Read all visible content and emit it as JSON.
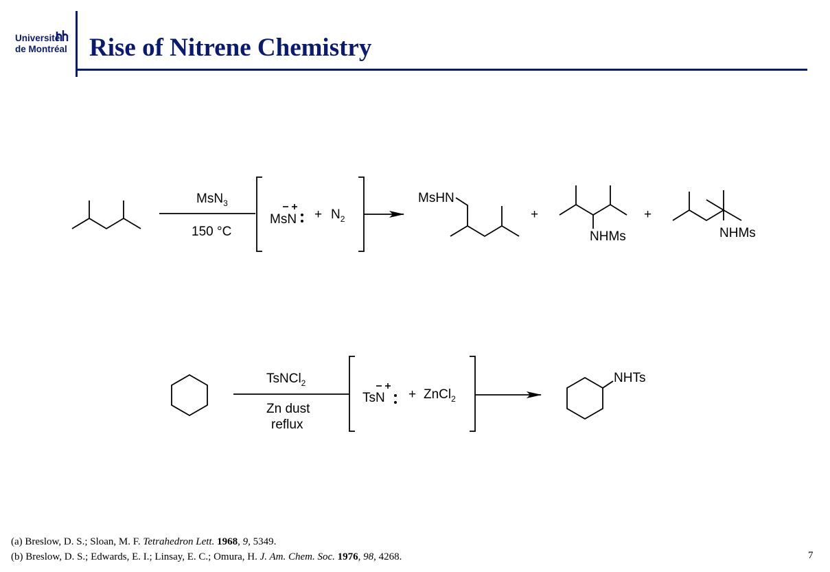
{
  "header": {
    "logo_line1": "Université",
    "logo_line2": "de Montréal",
    "title": "Rise of Nitrene Chemistry",
    "colors": {
      "brand": "#0a1a6e"
    }
  },
  "reaction1": {
    "reagent_above": "MsN",
    "reagent_above_sub": "3",
    "conditions_below": "150 °C",
    "intermediate": "MsN",
    "plus": "+",
    "byproduct": "N",
    "byproduct_sub": "2",
    "product1_label": "MsHN",
    "product2_label": "NHMs",
    "product3_label": "NHMs"
  },
  "reaction2": {
    "reagent_above": "TsNCl",
    "reagent_above_sub": "2",
    "conditions_line1": "Zn dust",
    "conditions_line2": "reflux",
    "intermediate": "TsN",
    "plus": "+",
    "byproduct": "ZnCl",
    "byproduct_sub": "2",
    "product_label": "NHTs"
  },
  "references": {
    "a": {
      "prefix": "(a) Breslow, D. S.; Sloan, M. F. ",
      "journal": "Tetrahedron Lett.",
      "year": "1968",
      "volume": "9",
      "pages": ", 5349."
    },
    "b": {
      "prefix": "(b) Breslow, D. S.; Edwards, E. I.; Linsay, E. C.; Omura, H. ",
      "journal": "J. Am. Chem. Soc.",
      "year": "1976",
      "volume": "98",
      "pages": ", 4268."
    }
  },
  "page_number": "7"
}
